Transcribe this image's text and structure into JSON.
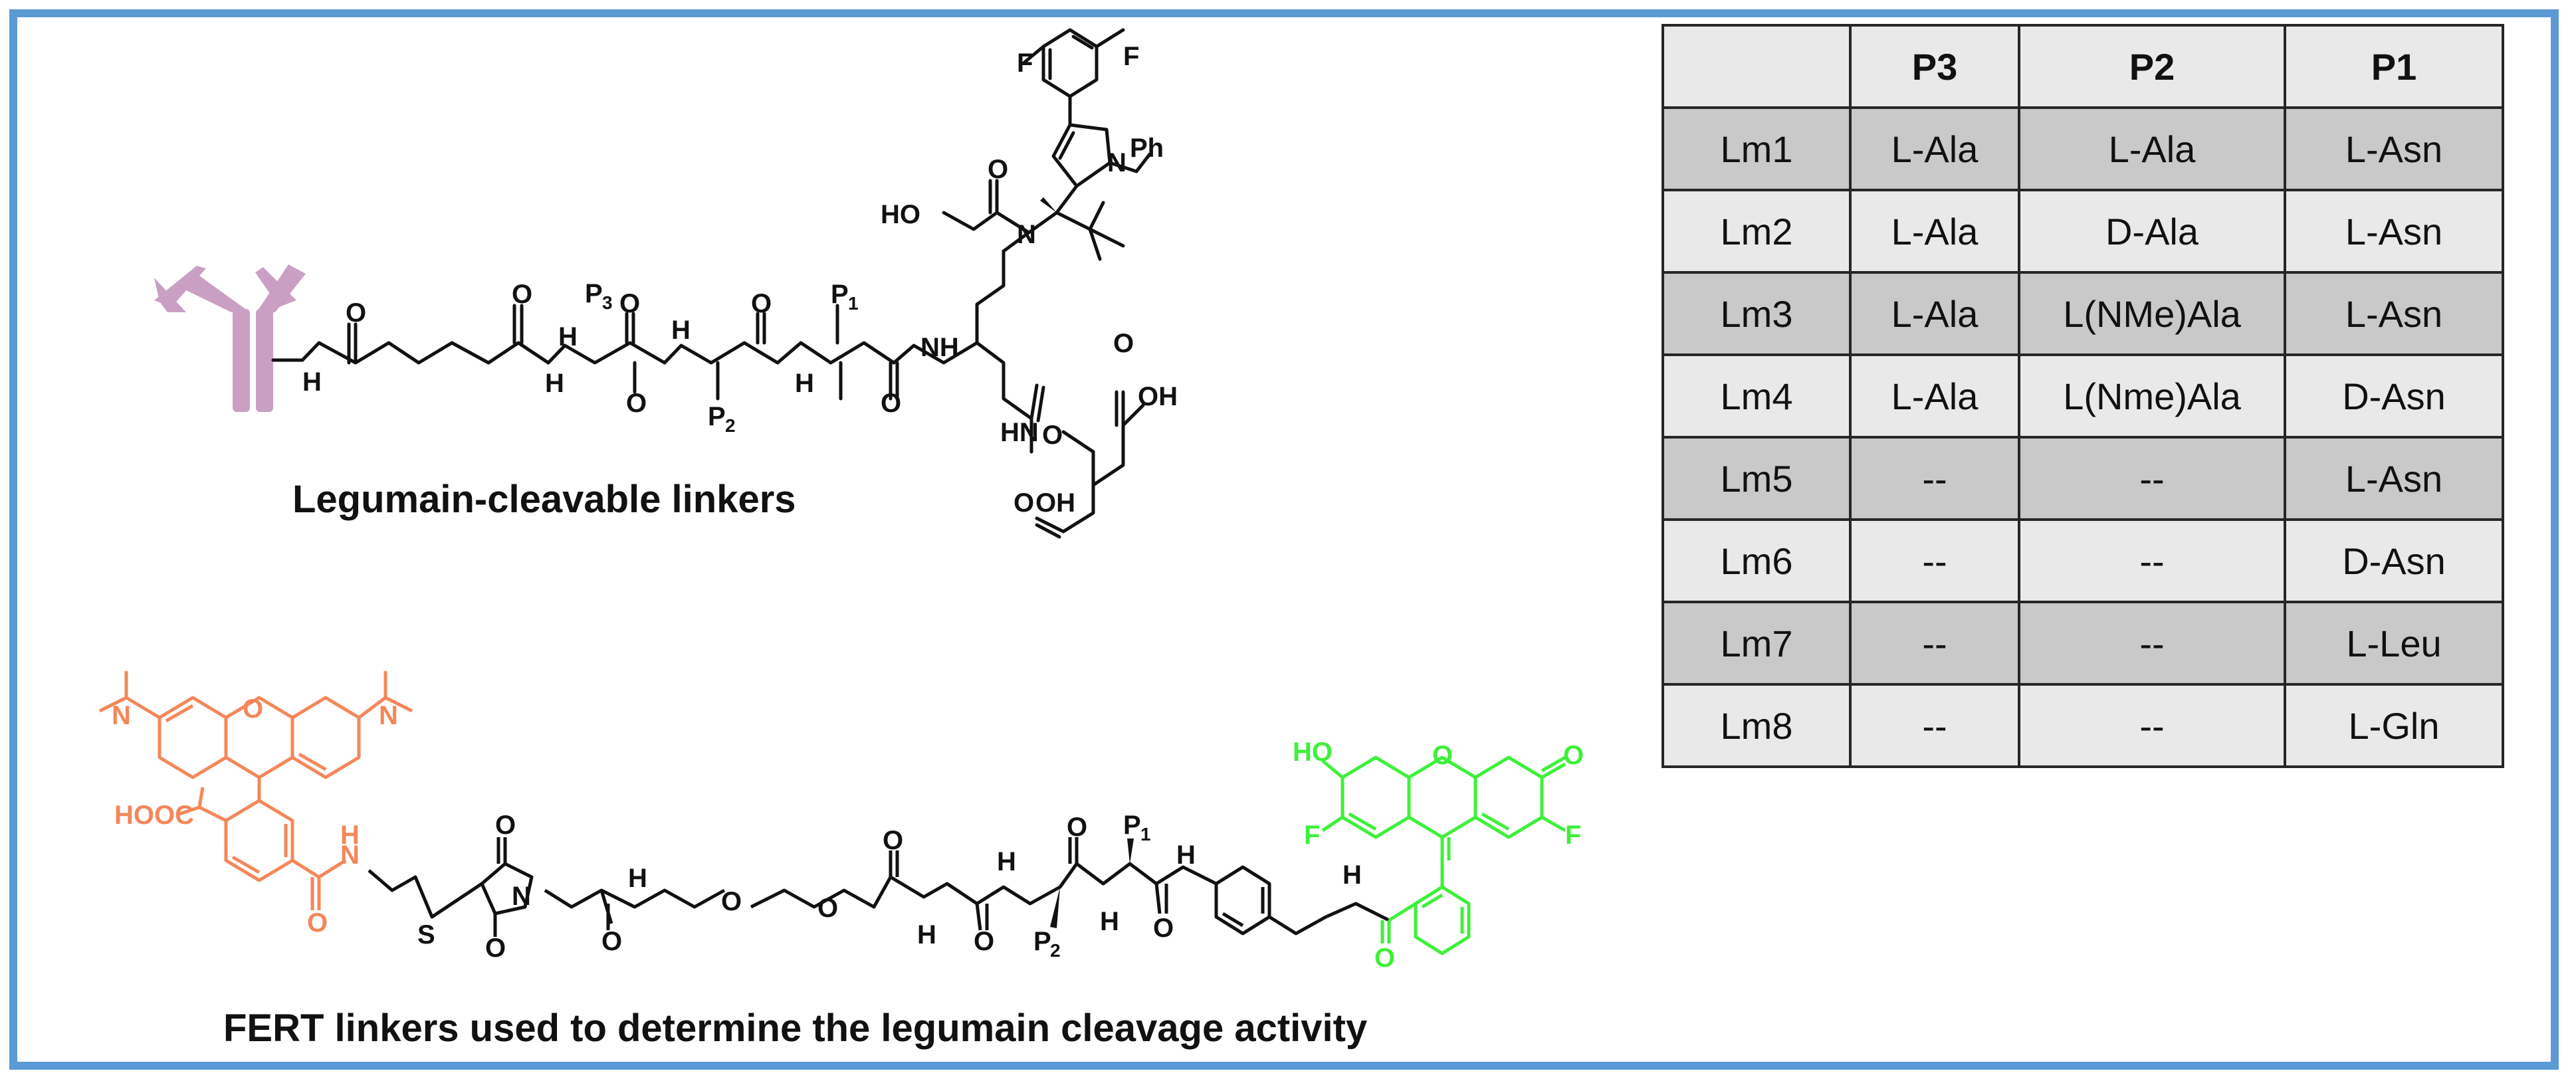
{
  "captions": {
    "legumain": "Legumain-cleavable linkers",
    "fert": "FERT linkers used to determine the legumain cleavage activity"
  },
  "colors": {
    "border": "#5b9bd5",
    "rhodamine": "#f4875a",
    "fluorescein": "#3ef03a",
    "antibody": "#c9a0c4",
    "table_dark": "#c9c9c9",
    "table_light": "#e9e9e9"
  },
  "structure1": {
    "atoms": {
      "O": "O",
      "H": "H",
      "N": "N",
      "NH": "NH",
      "HN": "HN",
      "OH": "OH",
      "HO": "HO",
      "F": "F",
      "Ph": "Ph",
      "P": "P",
      "s1": "1",
      "s2": "2",
      "s3": "3"
    }
  },
  "structure2": {
    "atoms": {
      "N": "N",
      "O": "O",
      "H": "H",
      "S": "S",
      "HOOC": "HOOC",
      "HO": "HO",
      "F": "F",
      "P": "P",
      "s1": "1",
      "s2": "2"
    }
  },
  "table": {
    "headers": [
      "",
      "P3",
      "P2",
      "P1"
    ],
    "rows": [
      [
        "Lm1",
        "L-Ala",
        "L-Ala",
        "L-Asn"
      ],
      [
        "Lm2",
        "L-Ala",
        "D-Ala",
        "L-Asn"
      ],
      [
        "Lm3",
        "L-Ala",
        "L(NMe)Ala",
        "L-Asn"
      ],
      [
        "Lm4",
        "L-Ala",
        "L(Nme)Ala",
        "D-Asn"
      ],
      [
        "Lm5",
        "--",
        "--",
        "L-Asn"
      ],
      [
        "Lm6",
        "--",
        "--",
        "D-Asn"
      ],
      [
        "Lm7",
        "--",
        "--",
        "L-Leu"
      ],
      [
        "Lm8",
        "--",
        "--",
        "L-Gln"
      ]
    ]
  }
}
